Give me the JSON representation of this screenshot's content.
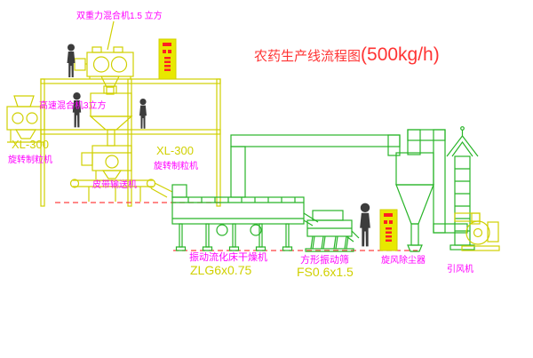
{
  "title": {
    "text": "农药生产线流程图",
    "capacity": "(500kg/h)"
  },
  "labels": {
    "double_gravity_mixer": "双重力混合机1.5 立方",
    "high_speed_mixer": "高速混合机3立方",
    "granulator_left_model": "XL-300",
    "granulator_left_name": "旋转制粒机",
    "granulator_mid_model": "XL-300",
    "granulator_mid_name": "旋转制粒机",
    "belt_conveyor": "皮带输送机",
    "dryer_name": "振动流化床干燥机",
    "dryer_model": "ZLG6x0.75",
    "screen_name": "方形振动筛",
    "screen_model": "FS0.6x1.5",
    "cyclone": "旋风除尘器",
    "fan": "引风机"
  },
  "colors": {
    "bg": "#ffffff",
    "line_yellow": "#d0d000",
    "line_green": "#28b428",
    "label_magenta": "#ff00ff",
    "title_red": "#ff3434",
    "model_yellow": "#d0d000",
    "figure_dark": "#3c3c3c",
    "dashed_red": "#ff4040",
    "cabinet_fill": "#e8e800",
    "cabinet_red": "#ff2020"
  }
}
